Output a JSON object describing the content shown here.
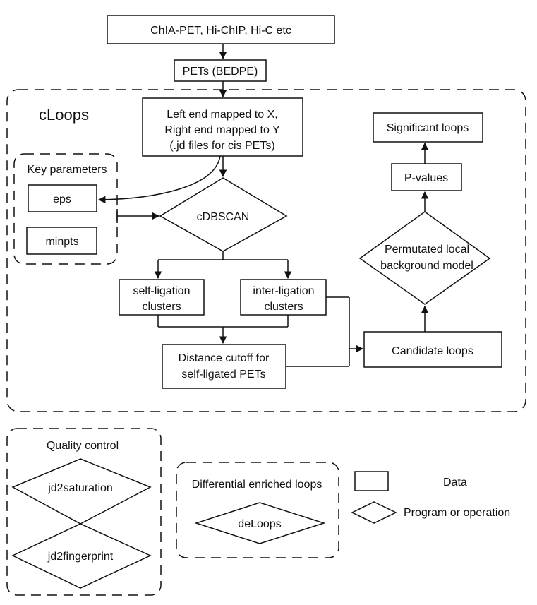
{
  "diagram": {
    "inputs": "ChIA-PET, Hi-ChIP, Hi-C etc",
    "pets": "PETs (BEDPE)",
    "cloops_title": "cLoops",
    "mapped": [
      "Left end mapped to X,",
      "Right end mapped to Y",
      "(.jd files for cis PETs)"
    ],
    "key_parameters": {
      "title": "Key parameters",
      "eps": "eps",
      "minpts": "minpts"
    },
    "cdbscan": "cDBSCAN",
    "self_ligation": [
      "self-ligation",
      "clusters"
    ],
    "inter_ligation": [
      "inter-ligation",
      "clusters"
    ],
    "distance_cutoff": [
      "Distance cutoff for",
      "self-ligated PETs"
    ],
    "candidate_loops": "Candidate loops",
    "permutated": [
      "Permutated local",
      "background model"
    ],
    "p_values": "P-values",
    "significant_loops": "Significant loops",
    "quality_control": {
      "title": "Quality control",
      "saturation": "jd2saturation",
      "fingerprint": "jd2fingerprint"
    },
    "differential": {
      "title": "Differential enriched loops",
      "deloops": "deLoops"
    },
    "legend": {
      "data": "Data",
      "program": "Program or operation"
    }
  }
}
